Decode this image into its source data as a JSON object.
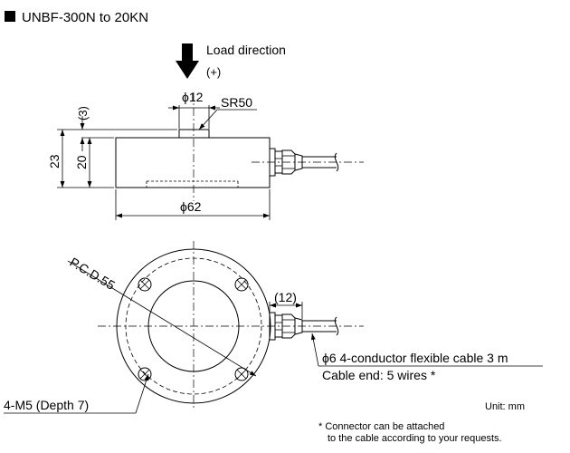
{
  "header": {
    "bullet_icon": "filled-square-icon",
    "title": "UNBF-300N to 20KN"
  },
  "load": {
    "direction_label": "Load direction",
    "sign": "(+)"
  },
  "side_view": {
    "dim_top_diameter": "ϕ12",
    "dim_sphere_radius": "SR50",
    "dim_dome_height": "(3)",
    "dim_total_height": "23",
    "dim_body_height": "20",
    "dim_body_diameter": "ϕ62"
  },
  "top_view": {
    "pcd_label": "P.C.D.55",
    "connector_length": "(12)",
    "cable_spec": "ϕ6 4-conductor flexible cable 3 m",
    "cable_end": "Cable end: 5 wires *",
    "mount_holes": "4-M5 (Depth 7)"
  },
  "notes": {
    "unit": "Unit: mm",
    "footnote_line1": "* Connector can be attached",
    "footnote_line2": "to the cable according to your requests."
  }
}
